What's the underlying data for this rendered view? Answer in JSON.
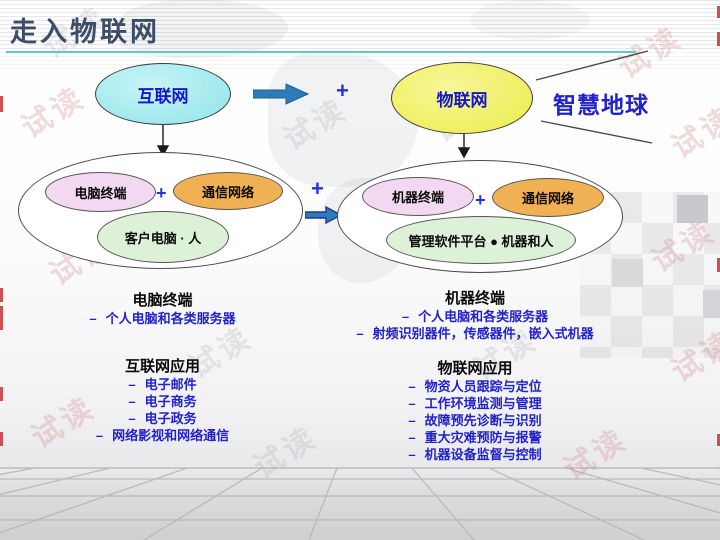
{
  "title": "走入物联网",
  "watermark": {
    "text": "试读"
  },
  "bullet": "–",
  "diagram": {
    "internet_label": "互联网",
    "iot_label": "物联网",
    "smart_earth_label": "智慧地球",
    "plus": "+",
    "left_group": {
      "terminal": "电脑终端",
      "network": "通信网络",
      "people": "客户电脑 · 人"
    },
    "right_group": {
      "terminal": "机器终端",
      "network": "通信网络",
      "platform": "管理软件平台 ● 机器和人"
    }
  },
  "sections": {
    "left": [
      {
        "heading": "电脑终端",
        "items": [
          "个人电脑和各类服务器"
        ]
      },
      {
        "heading": "互联网应用",
        "items": [
          "电子邮件",
          "电子商务",
          "电子政务",
          "网络影视和网络通信"
        ]
      }
    ],
    "right": [
      {
        "heading": "机器终端",
        "items": [
          "个人电脑和各类服务器",
          "射频识别器件，传感器件，嵌入式机器"
        ]
      },
      {
        "heading": "物联网应用",
        "items": [
          "物资人员跟踪与定位",
          "工作环境监测与管理",
          "故障预先诊断与识别",
          "重大灾难预防与报警",
          "机器设备监督与控制"
        ]
      }
    ]
  },
  "colors": {
    "accent_cyan": "#5fc9cb",
    "ellipse_internet": "#9fe9ed",
    "ellipse_iot": "#efef60",
    "ellipse_pink": "#f2d9f1",
    "ellipse_orange": "#f0b054",
    "ellipse_green": "#dcf1d8",
    "arrow_blue": "#2b7cb8",
    "text_blue": "#2222cc",
    "title_color": "#3e4d66",
    "watermark_red": "#cc8c8c"
  }
}
